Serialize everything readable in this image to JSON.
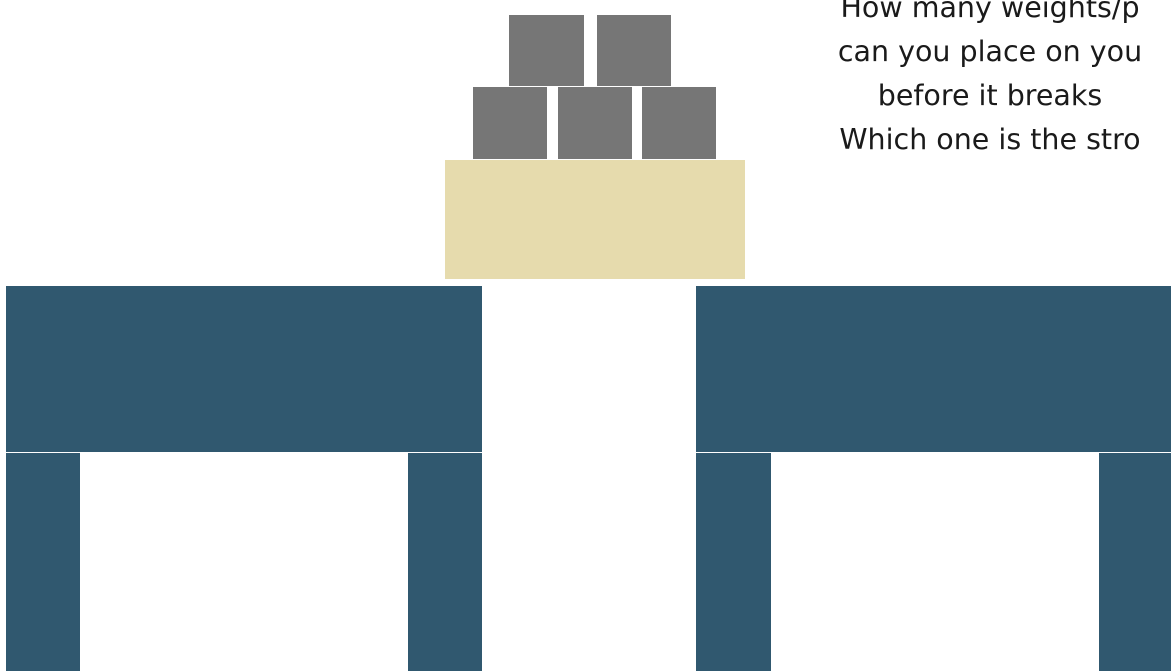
{
  "question": {
    "lines": [
      "How many weights/p",
      "can you place on you",
      "before it breaks",
      "Which one is the stro"
    ]
  },
  "colors": {
    "weight": "#767676",
    "plank": "#e6dbad",
    "table": "#30586f",
    "background": "#ffffff"
  }
}
